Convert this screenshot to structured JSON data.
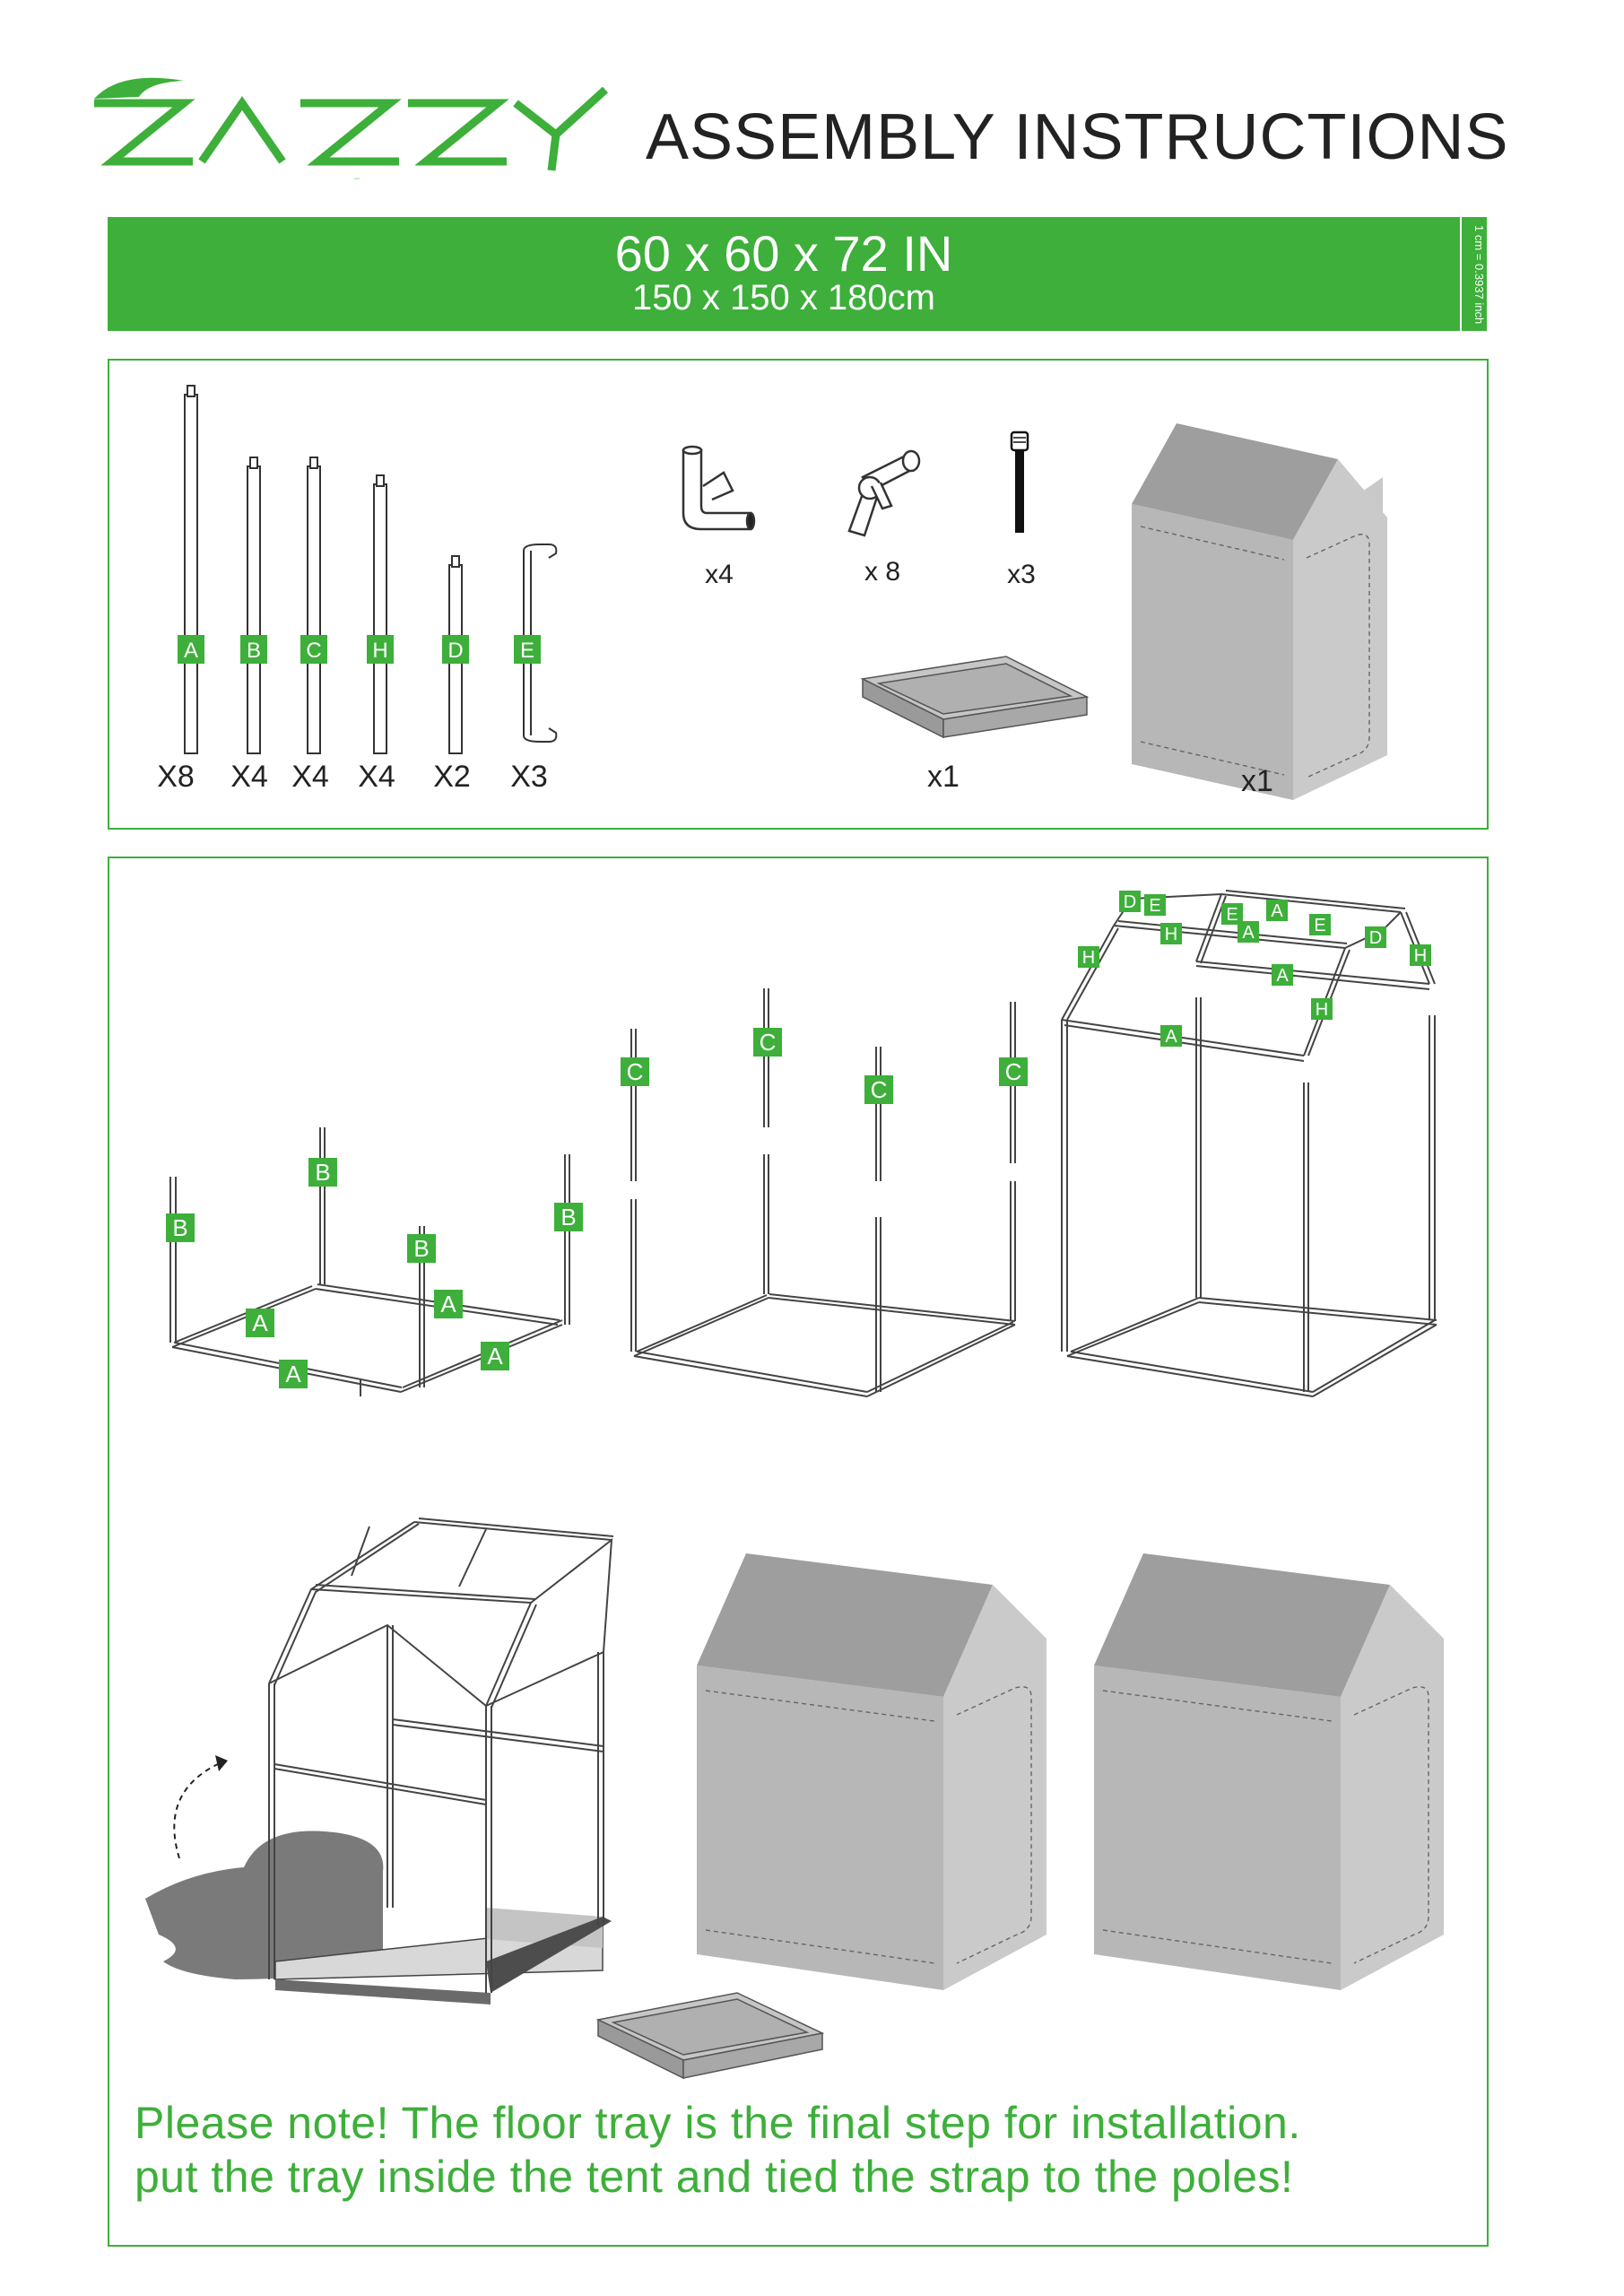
{
  "header": {
    "brand": "ZAZZY",
    "title": "ASSEMBLY INSTRUCTIONS"
  },
  "banner": {
    "dimensions_in": "60 x 60 x 72 IN",
    "dimensions_cm": "150 x 150 x 180cm",
    "conversion_note": "1 cm = 0.3937 inch"
  },
  "parts": {
    "poles": [
      {
        "label": "A",
        "qty": "X8"
      },
      {
        "label": "B",
        "qty": "X4"
      },
      {
        "label": "C",
        "qty": "X4"
      },
      {
        "label": "H",
        "qty": "X4"
      },
      {
        "label": "D",
        "qty": "X2"
      },
      {
        "label": "E",
        "qty": "X3"
      }
    ],
    "connectors": [
      {
        "icon": "elbow-connector-icon",
        "qty": "x4"
      },
      {
        "icon": "angle-connector-icon",
        "qty": "x 8"
      },
      {
        "icon": "strap-icon",
        "qty": "x3"
      }
    ],
    "tray_qty": "x1",
    "tent_qty": "x1"
  },
  "steps": {
    "step1_labels": [
      "B",
      "B",
      "B",
      "B",
      "A",
      "A",
      "A",
      "A"
    ],
    "step2_labels": [
      "C",
      "C",
      "C",
      "C"
    ],
    "step3_labels": [
      "D",
      "E",
      "E",
      "A",
      "D",
      "H",
      "A",
      "E",
      "H",
      "H",
      "A",
      "H",
      "A"
    ]
  },
  "note": {
    "line1": "Please note! The floor tray is the final step for installation.",
    "line2": "put the tray inside the tent and tied the strap to the poles!"
  },
  "colors": {
    "accent": "#3daf3a",
    "tent_dark": "#9e9e9e",
    "tent_mid": "#b9b9b9",
    "tent_light": "#c9c9c9"
  }
}
